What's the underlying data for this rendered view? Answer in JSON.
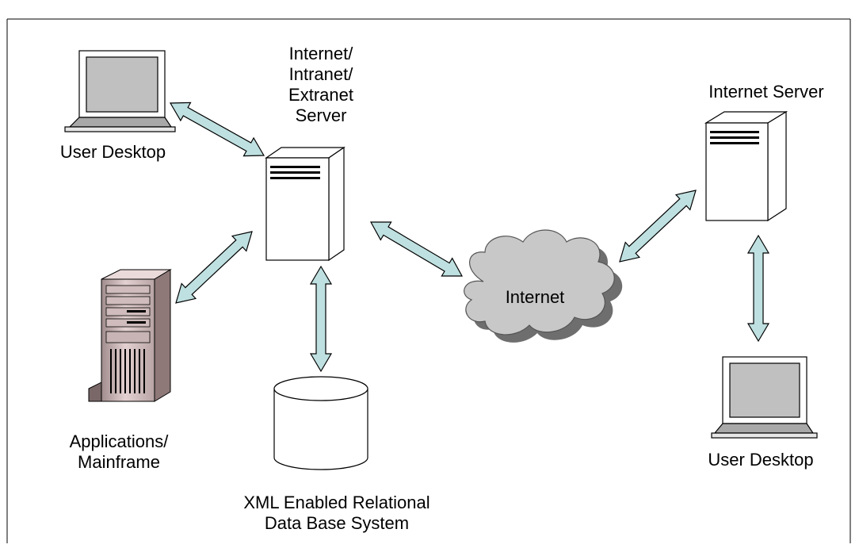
{
  "diagram": {
    "nodes": {
      "user_desktop_left": {
        "label": "User Desktop",
        "icon": "laptop-icon"
      },
      "intranet_server": {
        "label_lines": [
          "Internet/",
          "Intranet/",
          "Extranet",
          "Server"
        ],
        "icon": "server-tower-icon"
      },
      "internet_server": {
        "label": "Internet Server",
        "icon": "server-tower-icon"
      },
      "mainframe": {
        "label_lines": [
          "Applications/",
          "Mainframe"
        ],
        "icon": "mainframe-tower-icon"
      },
      "database": {
        "label_lines": [
          "XML Enabled Relational",
          "Data Base System"
        ],
        "icon": "database-cylinder-icon"
      },
      "internet_cloud": {
        "label": "Internet",
        "icon": "cloud-icon"
      },
      "user_desktop_right": {
        "label": "User Desktop",
        "icon": "laptop-icon"
      }
    },
    "connections": [
      {
        "from": "user_desktop_left",
        "to": "intranet_server",
        "style": "double-arrow"
      },
      {
        "from": "intranet_server",
        "to": "mainframe",
        "style": "double-arrow"
      },
      {
        "from": "intranet_server",
        "to": "database",
        "style": "double-arrow"
      },
      {
        "from": "intranet_server",
        "to": "internet_cloud",
        "style": "double-arrow"
      },
      {
        "from": "internet_cloud",
        "to": "internet_server",
        "style": "double-arrow"
      },
      {
        "from": "internet_server",
        "to": "user_desktop_right",
        "style": "double-arrow"
      }
    ],
    "colors": {
      "arrow_fill": "#bfe0e0",
      "cloud_fill": "#c8c8c8",
      "cloud_shadow": "#6e6e6e",
      "laptop_screen": "#c0c0c0",
      "mainframe_body": "#d7c3c3",
      "outline": "#000000"
    }
  }
}
